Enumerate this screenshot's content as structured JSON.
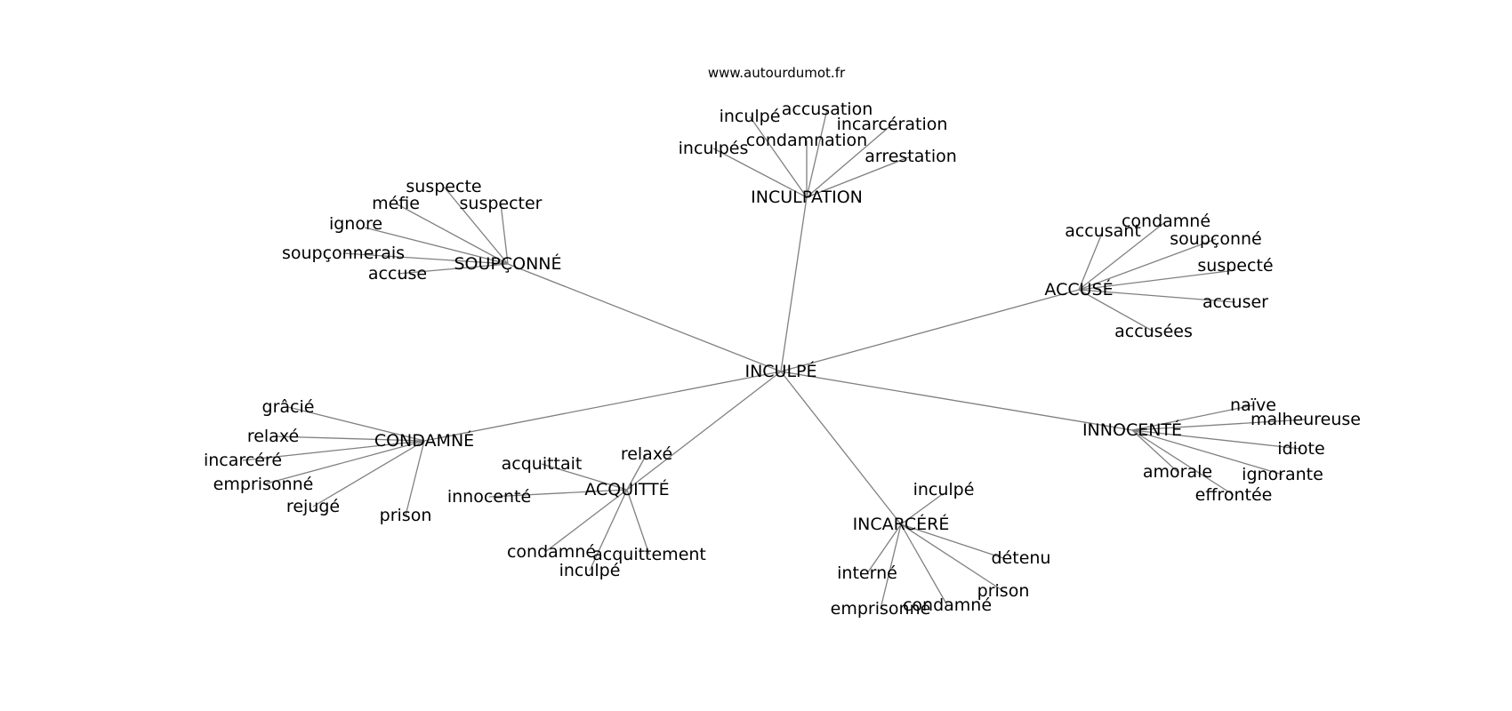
{
  "source": "www.autourdumot.fr",
  "center": "INCULPÉ",
  "clusters": [
    {
      "word": "INCULPATION",
      "neighbors": [
        "inculpé",
        "accusation",
        "incarcération",
        "condamnation",
        "inculpés",
        "arrestation"
      ]
    },
    {
      "word": "SOUPÇONNÉ",
      "neighbors": [
        "suspecte",
        "méfie",
        "suspecter",
        "ignore",
        "soupçonnerais",
        "accuse"
      ]
    },
    {
      "word": "ACCUSÉ",
      "neighbors": [
        "condamné",
        "accusant",
        "soupçonné",
        "suspecté",
        "accuser",
        "accusées"
      ]
    },
    {
      "word": "CONDAMNÉ",
      "neighbors": [
        "grâcié",
        "relaxé",
        "incarcéré",
        "emprisonné",
        "rejugé",
        "prison"
      ]
    },
    {
      "word": "ACQUITTÉ",
      "neighbors": [
        "relaxé",
        "acquittait",
        "innocenté",
        "condamné",
        "acquittement",
        "inculpé"
      ]
    },
    {
      "word": "INCARCÉRÉ",
      "neighbors": [
        "inculpé",
        "détenu",
        "prison",
        "interné",
        "condamné",
        "emprisonné"
      ]
    },
    {
      "word": "INNOCENTÉ",
      "neighbors": [
        "naïve",
        "malheureuse",
        "idiote",
        "amorale",
        "ignorante",
        "effrontée"
      ]
    }
  ]
}
